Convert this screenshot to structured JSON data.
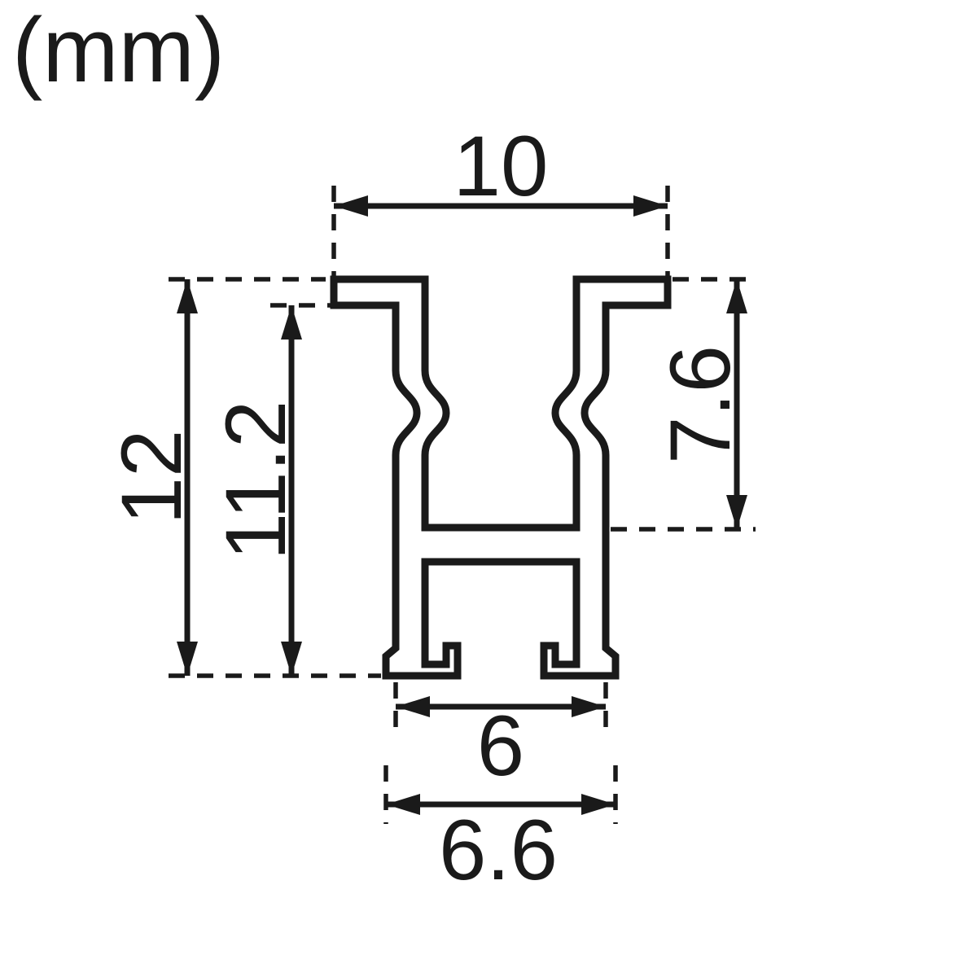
{
  "unit_label": "(mm)",
  "dimensions": {
    "top_width": "10",
    "overall_height": "12",
    "inner_height": "11.2",
    "flange_depth": "7.6",
    "bottom_width": "6",
    "bottom_overall_width": "6.6"
  },
  "colors": {
    "line": "#1a1a1a",
    "background": "#ffffff"
  }
}
